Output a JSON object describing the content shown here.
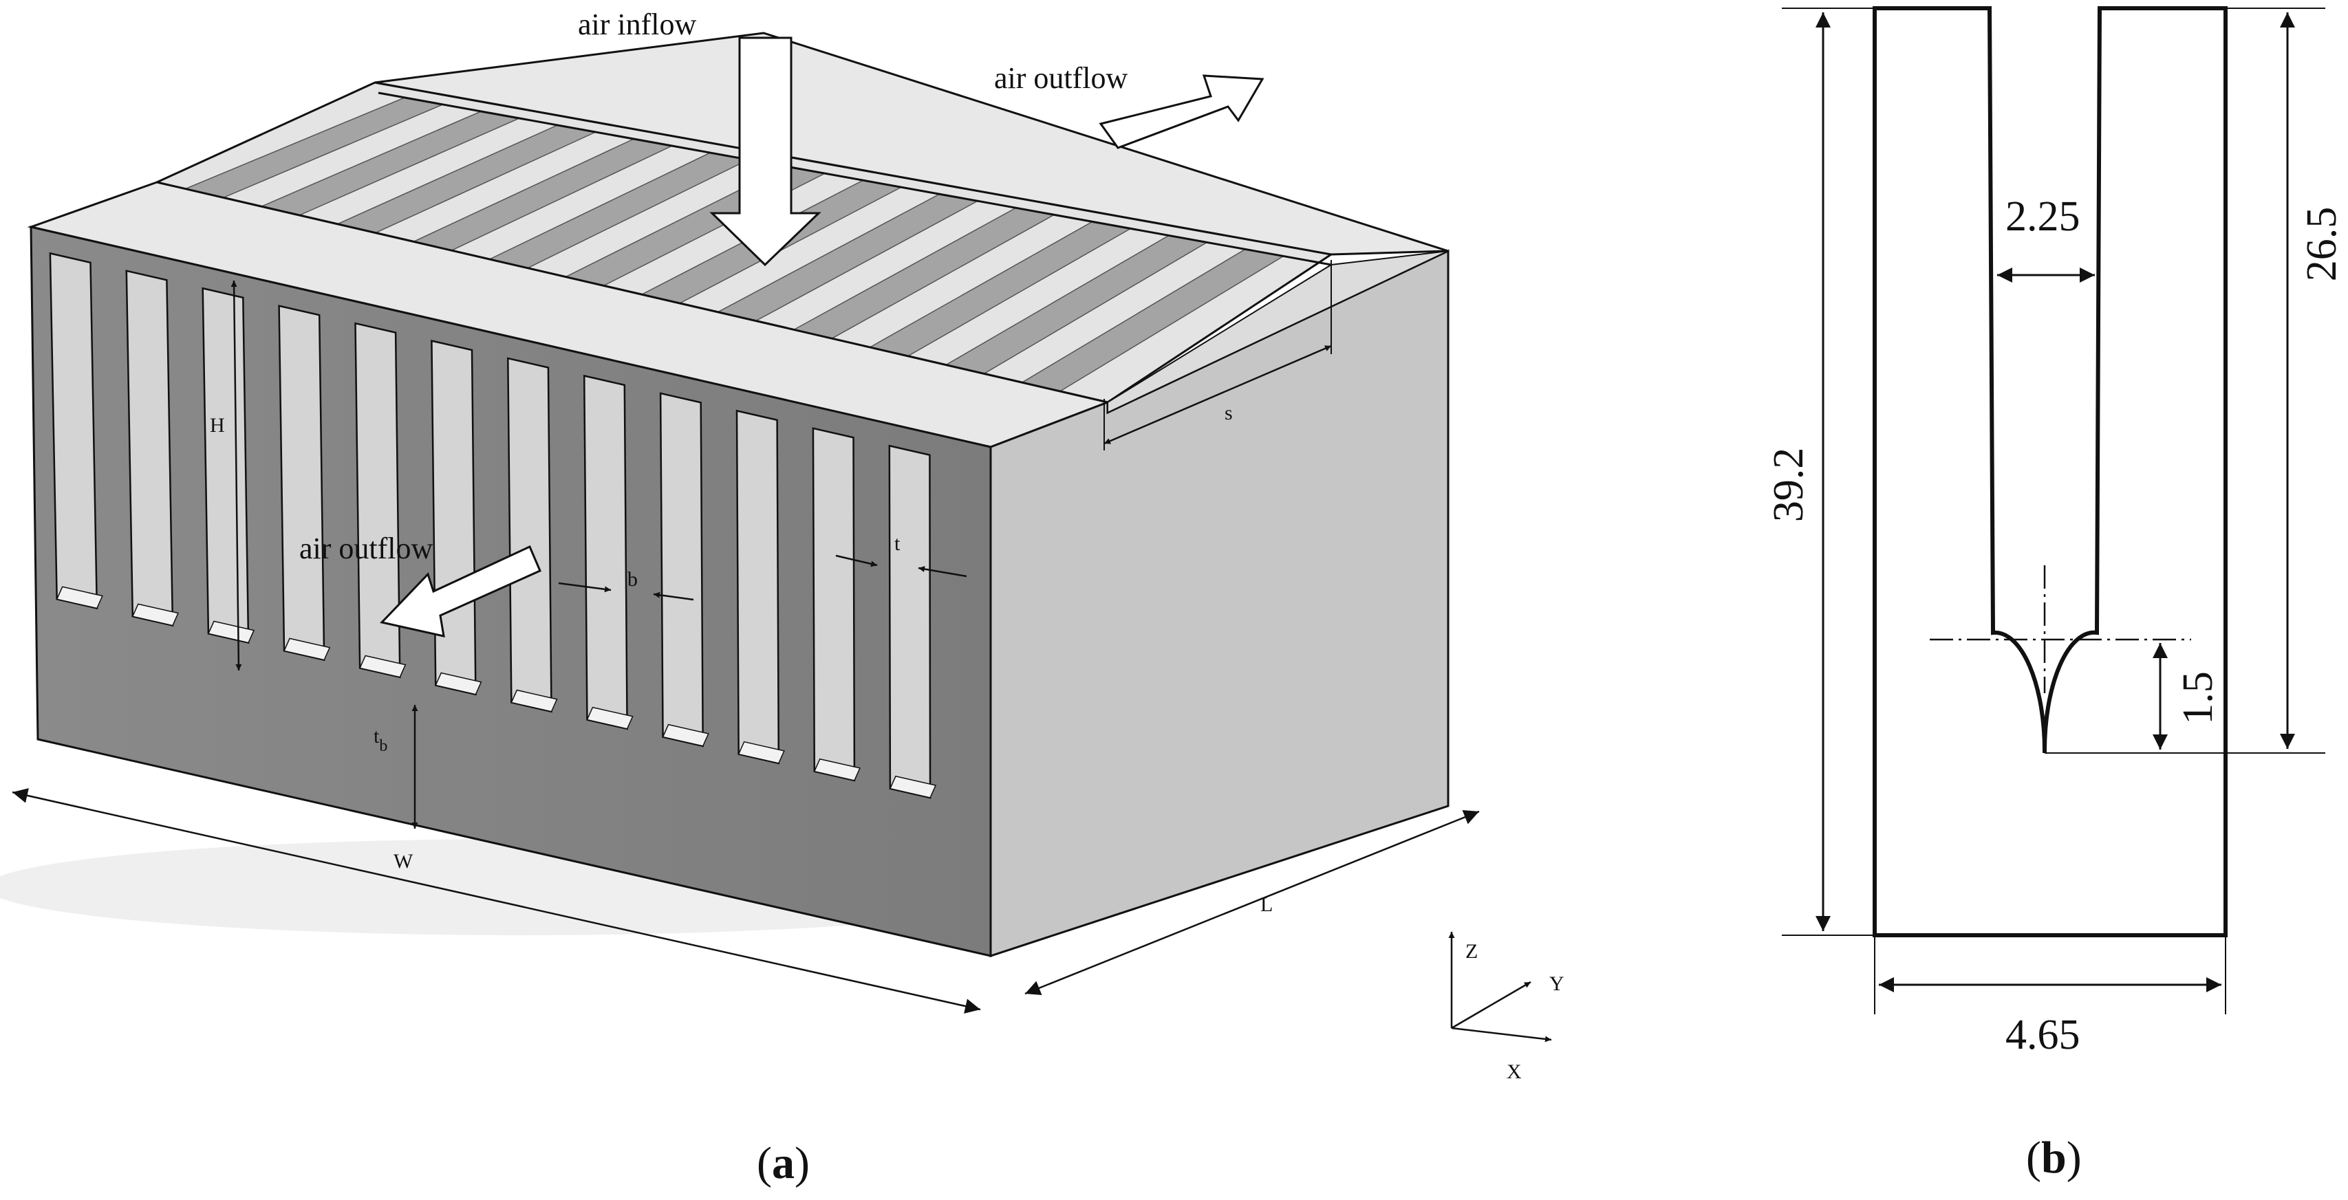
{
  "panel_a": {
    "air_inflow": "air inflow",
    "air_outflow_top": "air outflow",
    "air_outflow_front": "air outflow",
    "label_H": "H",
    "label_b": "b",
    "label_t": "t",
    "label_tb_main": "t",
    "label_tb_sub": "b",
    "label_W": "W",
    "label_L": "L",
    "label_s": "s",
    "axis_Z": "Z",
    "axis_Y": "Y",
    "axis_X": "X",
    "caption_open": "(",
    "caption_letter": "a",
    "caption_close": ")"
  },
  "panel_b": {
    "dim_height_total": "39.2",
    "dim_slot_depth": "26.5",
    "dim_slot_width": "2.25",
    "dim_radius_offset": "1.5",
    "dim_width": "4.65",
    "caption_open": "(",
    "caption_letter": "b",
    "caption_close": ")"
  },
  "colors": {
    "front_face": "#8c8c8c",
    "side_face": "#c4c4c4",
    "top_face": "#e6e6e6",
    "slot_inner": "#d2d2d2",
    "groove": "#a8a8a8",
    "outline": "#111111"
  }
}
